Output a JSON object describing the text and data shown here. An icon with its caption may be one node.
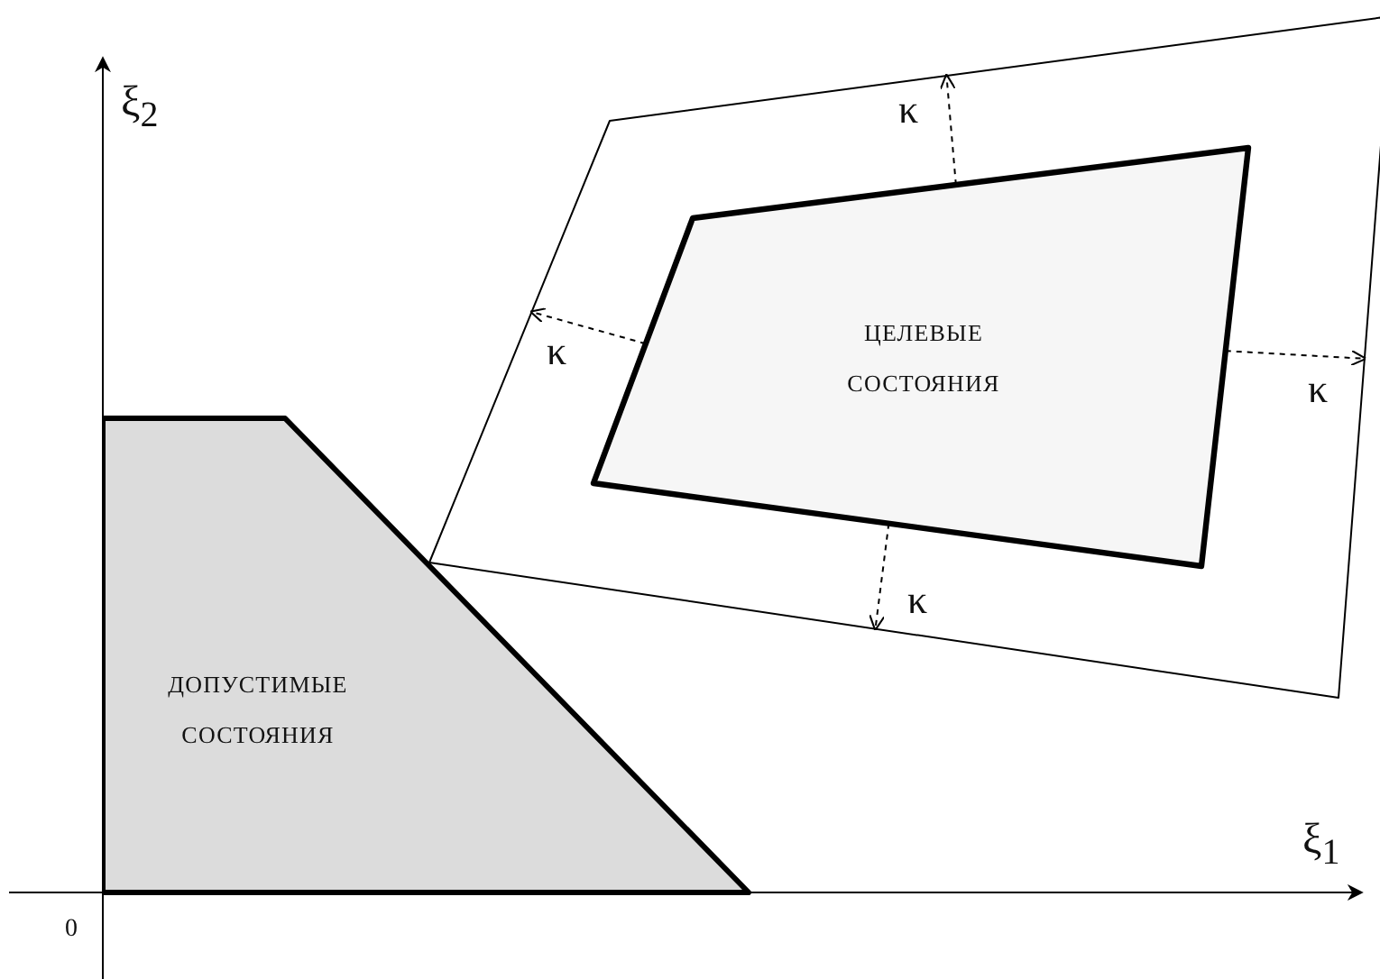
{
  "diagram": {
    "nodes": [
      {
        "text": [
          "ДОПУСТИМЫЕ СОСТОЯНИЯ"
        ]
      },
      {
        "text": [],
        "shape": "box"
      },
      {
        "text": [
          "ЦЕЛЕВЫЕ СОСТОЯНИЯ"
        ],
        "in": 1
      }
    ],
    "edges": [
      {
        "from": 2,
        "to": 1,
        "arrow": "to",
        "label": "κ",
        "style": "dashed"
      },
      {
        "from": 2,
        "to": 1,
        "arrow": "to",
        "label": "κ",
        "style": "dashed"
      },
      {
        "from": 2,
        "to": 1,
        "arrow": "to",
        "label": "κ",
        "style": "dashed"
      },
      {
        "from": 2,
        "to": 1,
        "arrow": "to",
        "label": "κ",
        "style": "dashed"
      }
    ],
    "labels": [
      "ξ$_{2}$",
      "ξ$_{1}$",
      "0"
    ]
  }
}
